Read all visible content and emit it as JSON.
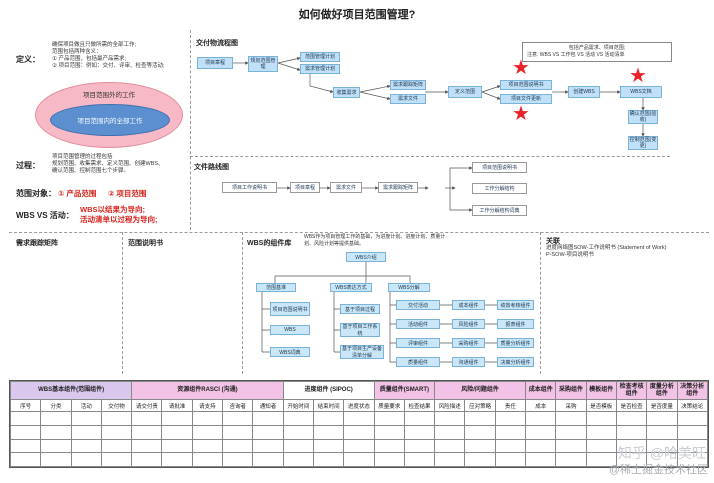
{
  "title": "如何做好项目范围管理?",
  "definition": {
    "label": "定义：",
    "text": [
      "确保项目做且只做所需的全部工作;",
      "范围包括两种含义：",
      "① 产品范围，包括最产品需求;",
      "② 项目范围：例如：交付、评审、检查等活动;"
    ],
    "outer_ellipse": "项目范围外的工作",
    "inner_ellipse": "项目范围内的全部工作"
  },
  "process": {
    "label": "过程：",
    "text": [
      "项目范围管理的过程包括",
      "规划范围、收集需求、定义范围、创建WBS、",
      "确认范围、控制范围七个步骤。"
    ]
  },
  "scope_object": {
    "label": "范围对象：",
    "a": "① 产品范围",
    "b": "② 项目范围"
  },
  "wbs_vs": {
    "label": "WBS VS 活动：",
    "line1": "WBS以结果为导向;",
    "line2": "活动清单以过程为导向;"
  },
  "deliverable_flow": {
    "heading": "交付物流程图",
    "note": [
      "包括产品需求、项目范围;",
      "注意: WBS VS 工作包 VS 活动 VS 活动清单"
    ],
    "boxes": {
      "charter": "项目章程",
      "plan_scope": "规划范围管理",
      "scope_plan": "范围管理计划",
      "req_plan": "需求管理计划",
      "collect": "收集需求",
      "req_trace": "需求跟踪矩阵",
      "req_doc": "需求文件",
      "define": "定义范围",
      "scope_stmt": "项目范围说明书",
      "scope_doc_update": "项目文件更新",
      "create_wbs": "创建WBS",
      "wbs_doc": "WBS文档",
      "validate": "确认范围(验收)",
      "control": "控制范围(变更)"
    }
  },
  "doc_route": {
    "heading": "文件路线图",
    "boxes": {
      "work_stmt": "项目工作说明书",
      "charter": "项目章程",
      "req_doc": "需求文件",
      "trace": "需求跟踪矩阵",
      "scope_stmt": "项目范围说明书",
      "work_pkg": "工作分解结构",
      "wbs_dict": "工作分解结构词典"
    }
  },
  "sections": {
    "req_matrix": "需求跟踪矩阵",
    "scope_stmt": "范围说明书",
    "wbs_comp": "WBS的组件库",
    "wbs_note": "WBS作为项目管理工作的基础，为进度计划、进度计划、质量计划、风险计划等提供基础。",
    "relation": "关联",
    "relation_lines": [
      "进度网络图SOW-工作说明书 (Statement of Work)",
      "P-SOW-项目说明书"
    ]
  },
  "wbs_tree": {
    "root": "WBS介绍",
    "col1_head": "范围基准",
    "col1": [
      "项目范围说明书",
      "WBS",
      "WBS词典"
    ],
    "col2_head": "WBS表达方式",
    "col2": [
      "基于项目过程",
      "基于项目工作系统",
      "基于项目生产设备清单分解"
    ],
    "col3_head": "WBS分解",
    "col3a": [
      "交付活动",
      "活动组件",
      "评审组件",
      "质量组件"
    ],
    "col3b": [
      "成本组件",
      "风险组件",
      "采购组件",
      "沟通组件"
    ],
    "col3c": [
      "绩效考核组件",
      "报表组件",
      "质量分析组件",
      "决策分析组件"
    ]
  },
  "table": {
    "headers": [
      "WBS基本组件(范围组件)",
      "资源组件RASCI (沟通)",
      "进度组件 (SIPOC)",
      "质量组件(SMART)",
      "风险/问题组件",
      "成本组件",
      "采购组件",
      "模板组件",
      "检查考核组件",
      "度量分析组件",
      "决策分析组件"
    ],
    "header_colors": [
      "#d9c7ee",
      "#f3c3e7",
      "#ffffff",
      "#f3c3e7",
      "#f3c3e7",
      "#f3c3e7",
      "#f3c3e7",
      "#f3c3e7",
      "#f3c3e7",
      "#f3c3e7",
      "#f3c3e7"
    ],
    "sub": [
      "序号",
      "分类",
      "活动",
      "交付物",
      "请交付责",
      "请批准",
      "请支持",
      "咨询者",
      "通知者",
      "开始时间",
      "结束时间",
      "进度状态",
      "质量要求",
      "检查结果",
      "风险描述",
      "应对策略",
      "责任",
      "成本",
      "采购",
      "是否模板",
      "是否检查",
      "是否度量",
      "决策结论"
    ]
  },
  "watermark": [
    "知乎 @哈美旺",
    "@稀土掘金技术社区"
  ]
}
